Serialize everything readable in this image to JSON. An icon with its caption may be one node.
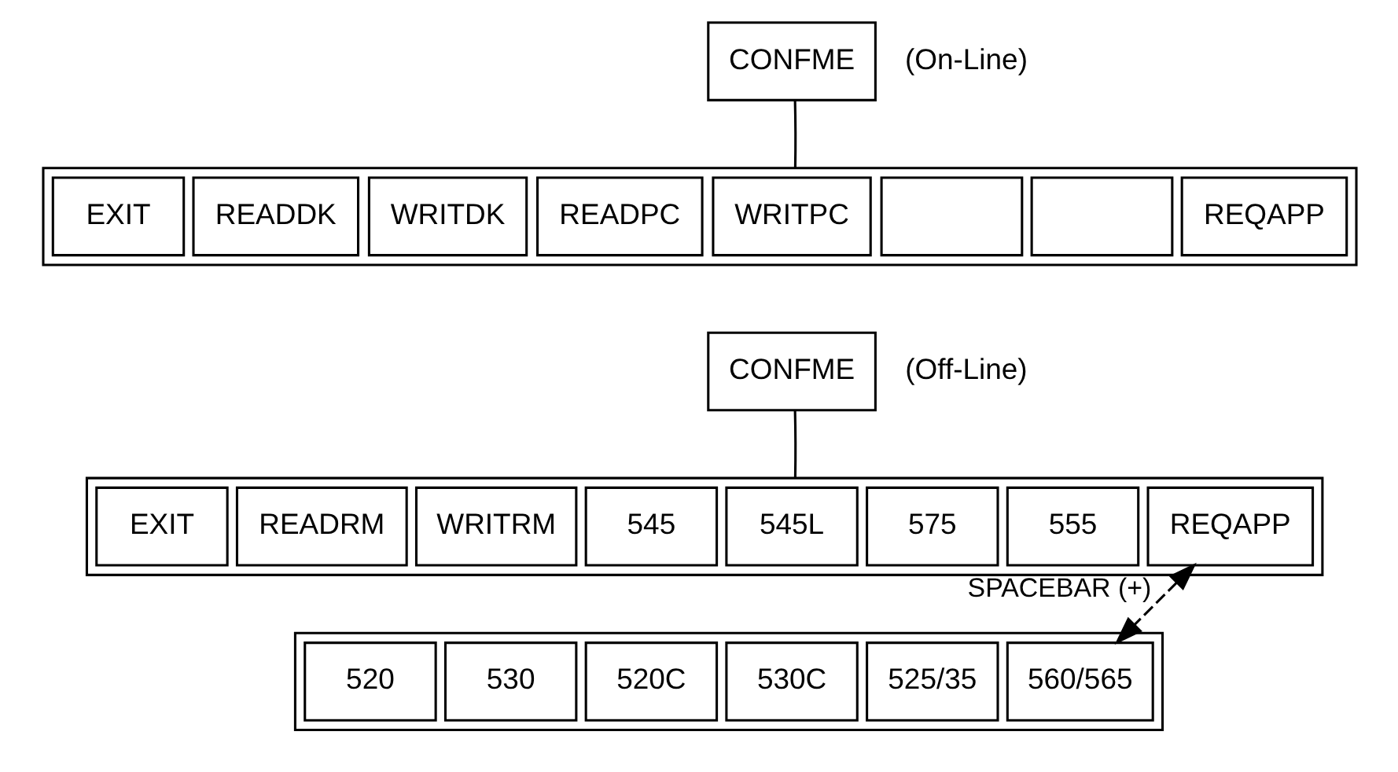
{
  "diagram": {
    "nodes": [
      {
        "text": [
          "CONFME"
        ],
        "beside": [
          "(On-Line)"
        ]
      },
      {
        "text": [],
        "shape": "box"
      },
      {
        "text": [
          "EXIT"
        ],
        "in": 1
      },
      {
        "text": [
          "READDK"
        ],
        "in": 1
      },
      {
        "text": [
          "WRITDK"
        ],
        "in": 1
      },
      {
        "text": [
          "READPC"
        ],
        "in": 1
      },
      {
        "text": [
          "WRITPC"
        ],
        "in": 1
      },
      {
        "text": [],
        "shape": "box",
        "in": 1
      },
      {
        "text": [],
        "shape": "box",
        "in": 1
      },
      {
        "text": [
          "REQAPP"
        ],
        "in": 1
      },
      {
        "text": [
          "CONFME"
        ],
        "beside": [
          "(Off-Line)"
        ]
      },
      {
        "text": [],
        "shape": "box"
      },
      {
        "text": [
          "EXIT"
        ],
        "in": 11
      },
      {
        "text": [
          "READRM"
        ],
        "in": 11
      },
      {
        "text": [
          "WRITRM"
        ],
        "in": 11
      },
      {
        "text": [
          "545"
        ],
        "in": 11
      },
      {
        "text": [
          "545L"
        ],
        "in": 11
      },
      {
        "text": [
          "575"
        ],
        "in": 11
      },
      {
        "text": [
          "555"
        ],
        "in": 11
      },
      {
        "text": [
          "REQAPP"
        ],
        "in": 11
      },
      {
        "text": [],
        "shape": "box"
      },
      {
        "text": [
          "520"
        ],
        "in": 20
      },
      {
        "text": [
          "530"
        ],
        "in": 20
      },
      {
        "text": [
          "520C"
        ],
        "in": 20
      },
      {
        "text": [
          "530C"
        ],
        "in": 20
      },
      {
        "text": [
          "525/35"
        ],
        "in": 20
      },
      {
        "text": [
          "560/565"
        ],
        "in": 20
      }
    ],
    "edges": [
      {
        "from": 0,
        "to": 1,
        "arrow": "none"
      },
      {
        "from": 10,
        "to": 11,
        "arrow": "none"
      },
      {
        "from": 19,
        "to": 26,
        "arrow": "both",
        "style": "dashed",
        "label": "SPACEBAR (+)"
      }
    ]
  }
}
